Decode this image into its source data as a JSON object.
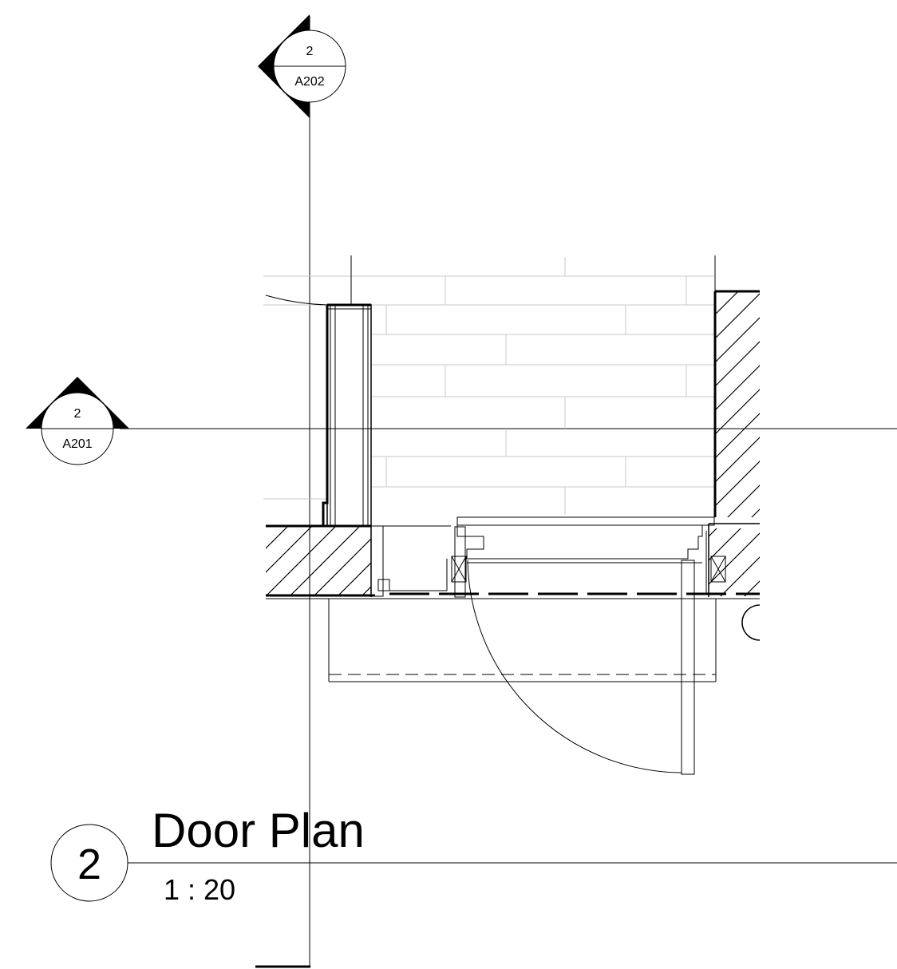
{
  "section_markers": [
    {
      "number": "2",
      "sheet": "A202"
    },
    {
      "number": "2",
      "sheet": "A201"
    }
  ],
  "view_title": {
    "number": "2",
    "name": "Door Plan",
    "scale": "1 : 20"
  }
}
